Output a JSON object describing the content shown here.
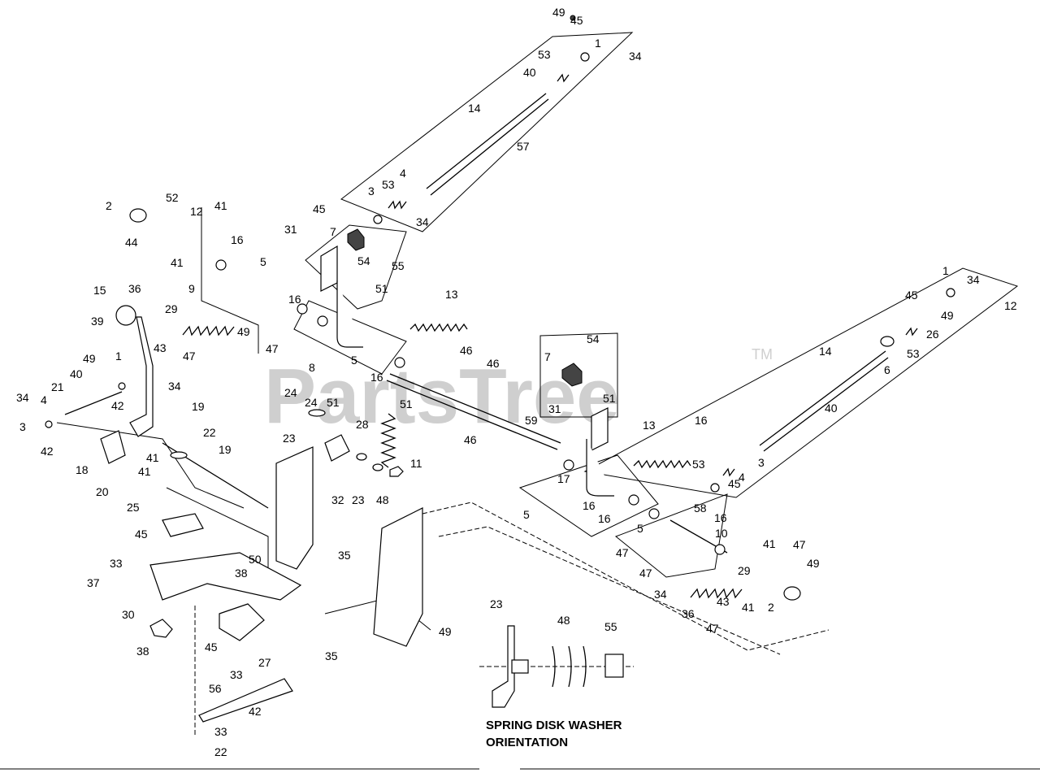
{
  "watermark": {
    "brand": "PartsTree",
    "tm": "TM"
  },
  "caption": {
    "line1": "SPRING DISK WASHER",
    "line2": "ORIENTATION"
  },
  "callouts": [
    "49",
    "45",
    "1",
    "34",
    "53",
    "40",
    "14",
    "57",
    "3",
    "53",
    "4",
    "45",
    "34",
    "2",
    "52",
    "12",
    "41",
    "44",
    "16",
    "41",
    "9",
    "5",
    "31",
    "7",
    "54",
    "55",
    "51",
    "13",
    "15",
    "36",
    "39",
    "29",
    "43",
    "47",
    "49",
    "47",
    "16",
    "8",
    "5",
    "16",
    "46",
    "46",
    "1",
    "49",
    "40",
    "21",
    "42",
    "4",
    "34",
    "3",
    "42",
    "18",
    "41",
    "41",
    "20",
    "34",
    "19",
    "24",
    "24",
    "19",
    "22",
    "51",
    "23",
    "28",
    "51",
    "32",
    "23",
    "48",
    "11",
    "46",
    "59",
    "25",
    "45",
    "33",
    "37",
    "30",
    "38",
    "50",
    "38",
    "35",
    "35",
    "49",
    "45",
    "33",
    "56",
    "27",
    "42",
    "33",
    "22",
    "23",
    "48",
    "55",
    "54",
    "7",
    "51",
    "31",
    "13",
    "16",
    "17",
    "5",
    "16",
    "16",
    "5",
    "16",
    "10",
    "47",
    "47",
    "34",
    "53",
    "4",
    "3",
    "45",
    "58",
    "14",
    "40",
    "6",
    "53",
    "26",
    "49",
    "45",
    "1",
    "34",
    "12",
    "41",
    "47",
    "49",
    "29",
    "43",
    "36",
    "47",
    "41",
    "2"
  ]
}
